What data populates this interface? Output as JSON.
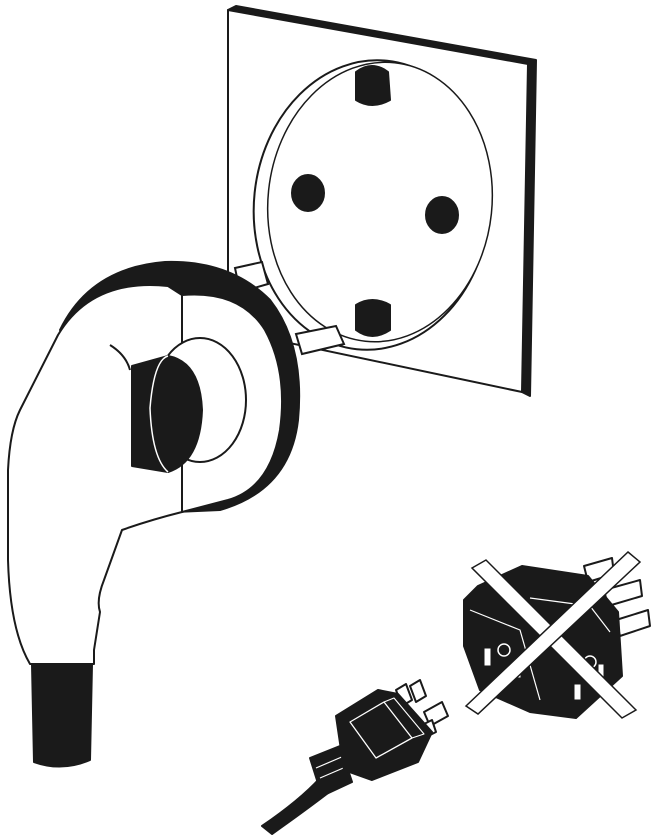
{
  "illustration": {
    "type": "line-art",
    "subjects": [
      {
        "key": "wall-socket",
        "icon": "schuko-wall-socket-icon"
      },
      {
        "key": "angled-plug",
        "icon": "angled-plug-icon"
      },
      {
        "key": "grounded-plug",
        "icon": "three-prong-plug-icon"
      },
      {
        "key": "multi-adapter",
        "icon": "multi-outlet-adapter-icon",
        "status": "prohibited"
      }
    ],
    "prohibited_marker": {
      "icon": "cross-out-icon"
    },
    "colors": {
      "ink": "#1a1a1a",
      "paper": "#ffffff"
    }
  }
}
